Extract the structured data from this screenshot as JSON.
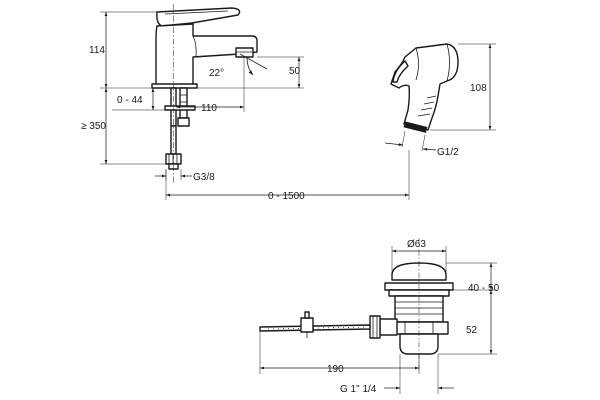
{
  "dimensions": {
    "faucet_height": "114",
    "lever_angle": "22°",
    "spout_height": "50",
    "spout_reach": "110",
    "deck_thickness": "0 - 44",
    "hose_length": "≥ 350",
    "inlet_thread": "G3/8",
    "hose_span": "0 - 1500",
    "handshower_length": "108",
    "handshower_thread": "G1/2",
    "waste_diameter": "Ø63",
    "plug_lift": "40 - 50",
    "waste_depth": "52",
    "rod_length": "190",
    "waste_thread": "G 1\" 1/4"
  }
}
